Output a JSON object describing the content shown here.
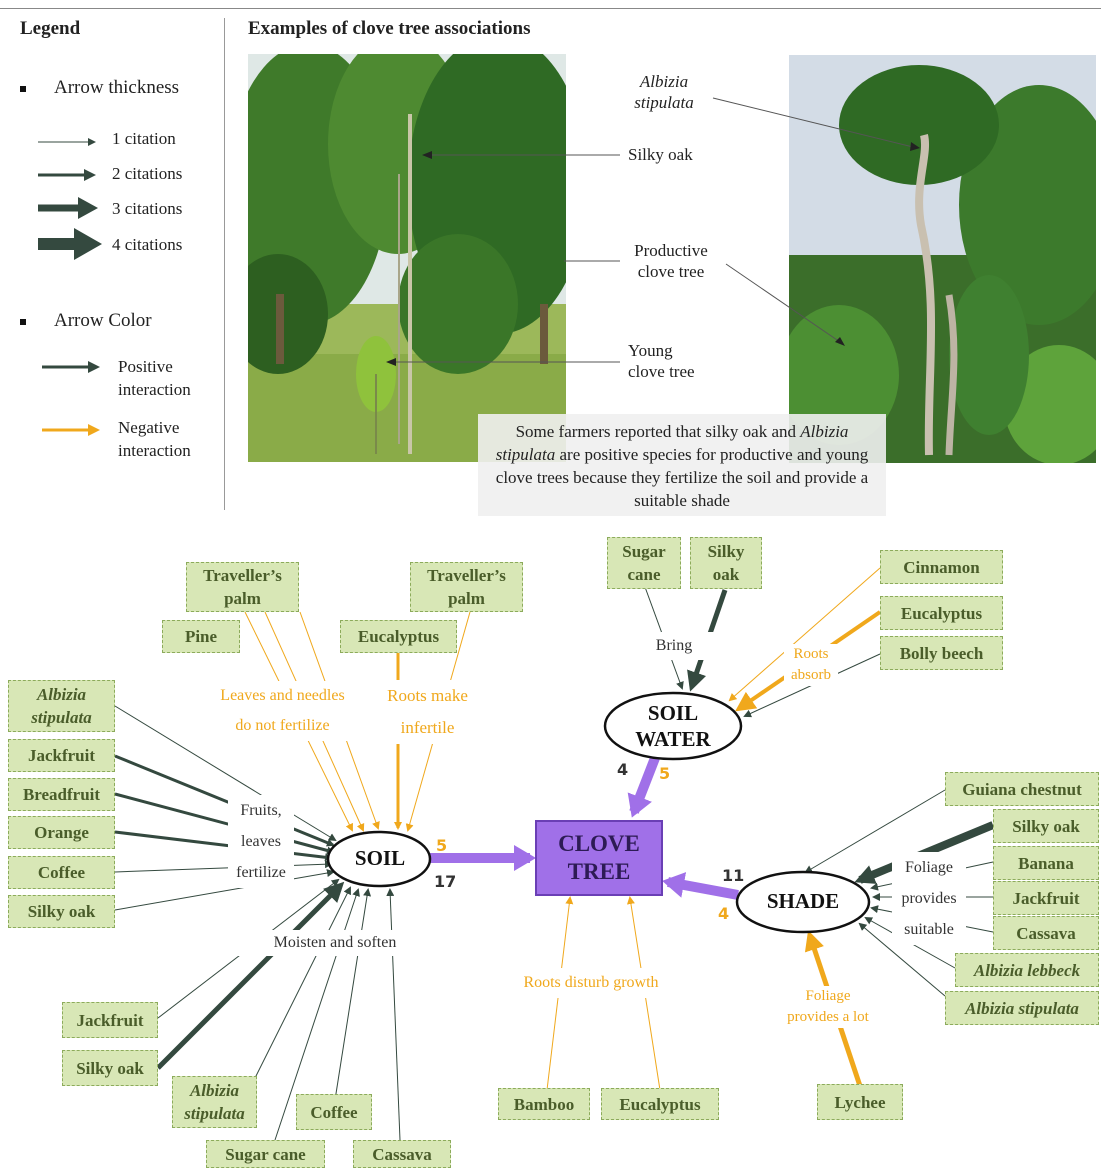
{
  "legend": {
    "title": "Legend",
    "thickness_heading": "Arrow thickness",
    "thickness_items": [
      "1 citation",
      "2 citations",
      "3 citations",
      "4 citations"
    ],
    "color_heading": "Arrow Color",
    "positive_line1": "Positive",
    "positive_line2": "interaction",
    "negative_line1": "Negative",
    "negative_line2": "interaction",
    "colors": {
      "positive": "#34493f",
      "negative": "#f0a81c"
    }
  },
  "examples": {
    "title": "Examples of clove tree associations",
    "albizia_line1": "Albizia",
    "albizia_line2": "stipulata",
    "silky_oak": "Silky oak",
    "productive_line1": "Productive",
    "productive_line2": "clove tree",
    "young_line1": "Young",
    "young_line2": "clove tree",
    "note": {
      "part1": "Some farmers reported that silky oak and ",
      "italic1": "Albizia stipulata",
      "part2": " are positive species for productive and young clove trees because they fertilize  the soil and provide a suitable shade"
    }
  },
  "diagram": {
    "soil": "SOIL",
    "soil_water_line1": "SOIL",
    "soil_water_line2": "WATER",
    "shade": "SHADE",
    "clove_line1": "CLOVE",
    "clove_line2": "TREE",
    "counts": {
      "soil_pos": "17",
      "soil_neg": "5",
      "water_pos": "4",
      "water_neg": "5",
      "shade_pos": "11",
      "shade_neg": "4"
    },
    "labels": {
      "leaves_line1": "Leaves and needles",
      "leaves_line2": "do not fertilize",
      "roots_infertile_line1": "Roots make",
      "roots_infertile_line2": "infertile",
      "fruits_line1": "Fruits,",
      "fruits_line2": "leaves",
      "fruits_line3": "fertilize",
      "moisten": "Moisten and soften",
      "bring": "Bring",
      "roots_absorb_line1": "Roots",
      "roots_absorb_line2": "absorb",
      "foliage_line1": "Foliage",
      "foliage_line2": "provides",
      "foliage_line3": "suitable",
      "foliage_lot_line1": "Foliage",
      "foliage_lot_line2": "provides a lot",
      "roots_disturb": "Roots disturb growth"
    },
    "species": {
      "travellers1_l1": "Traveller’s",
      "travellers1_l2": "palm",
      "travellers2_l1": "Traveller’s",
      "travellers2_l2": "palm",
      "pine": "Pine",
      "eucalyptus_soil": "Eucalyptus",
      "albizia_soil_l1": "Albizia",
      "albizia_soil_l2": "stipulata",
      "jackfruit_soil": "Jackfruit",
      "breadfruit": "Breadfruit",
      "orange": "Orange",
      "coffee_soil": "Coffee",
      "silky_oak_soil": "Silky oak",
      "jackfruit_moist": "Jackfruit",
      "silky_oak_moist": "Silky oak",
      "albizia_moist_l1": "Albizia",
      "albizia_moist_l2": "stipulata",
      "coffee_moist": "Coffee",
      "sugar_cane_moist": "Sugar cane",
      "cassava_moist": "Cassava",
      "sugar_cane_water_l1": "Sugar",
      "sugar_cane_water_l2": "cane",
      "silky_oak_water_l1": "Silky",
      "silky_oak_water_l2": "oak",
      "cinnamon": "Cinnamon",
      "eucalyptus_water": "Eucalyptus",
      "bolly_beech": "Bolly beech",
      "guiana_chestnut": "Guiana chestnut",
      "silky_oak_shade": "Silky oak",
      "banana": "Banana",
      "jackfruit_shade": "Jackfruit",
      "cassava_shade": "Cassava",
      "albizia_lebbeck": "Albizia lebbeck",
      "albizia_stipulata_shade": "Albizia stipulata",
      "lychee": "Lychee",
      "bamboo": "Bamboo",
      "eucalyptus_clove": "Eucalyptus"
    }
  }
}
